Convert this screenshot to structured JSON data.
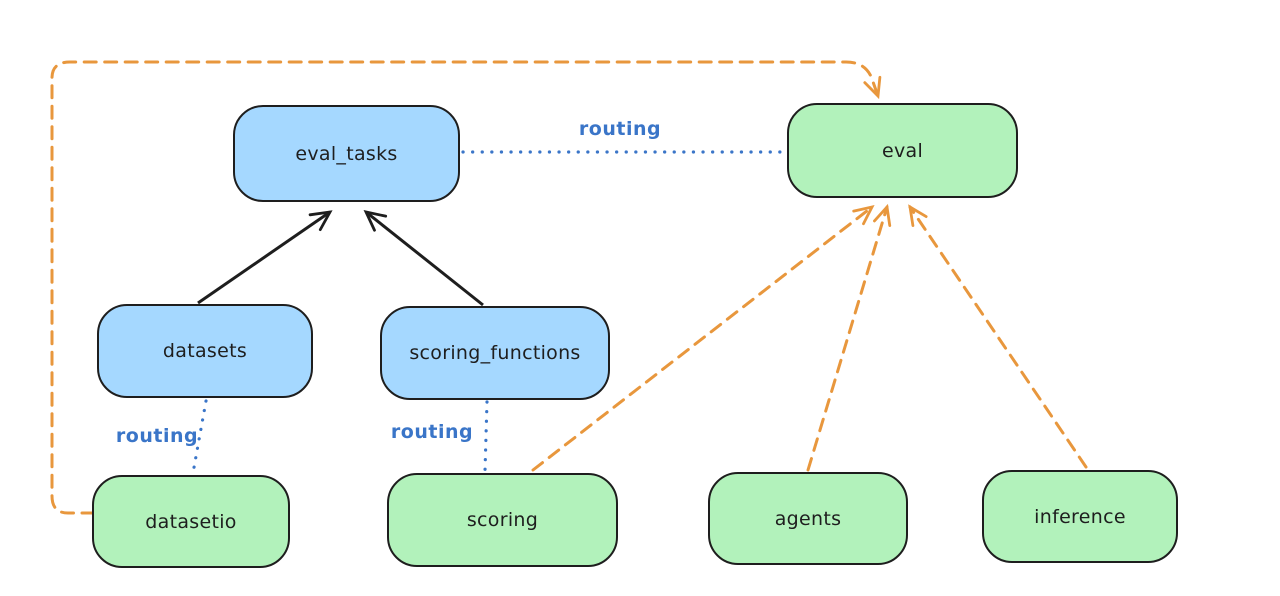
{
  "diagram": {
    "type": "flow-diagram",
    "background": "#ffffff",
    "nodes": {
      "eval_tasks": {
        "label": "eval_tasks",
        "fill": "#a5d8ff"
      },
      "eval": {
        "label": "eval",
        "fill": "#b2f2bb"
      },
      "datasets": {
        "label": "datasets",
        "fill": "#a5d8ff"
      },
      "scoring_functions": {
        "label": "scoring_functions",
        "fill": "#a5d8ff"
      },
      "datasetio": {
        "label": "datasetio",
        "fill": "#b2f2bb"
      },
      "scoring": {
        "label": "scoring",
        "fill": "#b2f2bb"
      },
      "agents": {
        "label": "agents",
        "fill": "#b2f2bb"
      },
      "inference": {
        "label": "inference",
        "fill": "#b2f2bb"
      }
    },
    "edges": [
      {
        "from": "datasets",
        "to": "eval_tasks",
        "style": "solid",
        "color": "#1e1e1e",
        "arrowhead": "end"
      },
      {
        "from": "scoring_functions",
        "to": "eval_tasks",
        "style": "solid",
        "color": "#1e1e1e",
        "arrowhead": "end"
      },
      {
        "from": "eval_tasks",
        "to": "eval",
        "style": "dotted",
        "color": "#3a75c8",
        "label": "routing",
        "arrowhead": "none"
      },
      {
        "from": "datasets",
        "to": "datasetio",
        "style": "dotted",
        "color": "#3a75c8",
        "label": "routing",
        "arrowhead": "none"
      },
      {
        "from": "scoring_functions",
        "to": "scoring",
        "style": "dotted",
        "color": "#3a75c8",
        "label": "routing",
        "arrowhead": "none"
      },
      {
        "from": "datasetio",
        "to": "eval",
        "style": "dashed",
        "color": "#e8973d",
        "arrowhead": "end",
        "route": "around-left-and-top"
      },
      {
        "from": "scoring",
        "to": "eval",
        "style": "dashed",
        "color": "#e8973d",
        "arrowhead": "end"
      },
      {
        "from": "agents",
        "to": "eval",
        "style": "dashed",
        "color": "#e8973d",
        "arrowhead": "end"
      },
      {
        "from": "inference",
        "to": "eval",
        "style": "dashed",
        "color": "#e8973d",
        "arrowhead": "end"
      }
    ],
    "edge_labels": {
      "routing_eval_tasks_eval": "routing",
      "routing_datasets_datasetio": "routing",
      "routing_scoring_functions_scoring": "routing"
    },
    "palette": {
      "node_border": "#1e1e1e",
      "text": "#1e1e1e",
      "routing_blue": "#3a75c8",
      "dashed_orange": "#e8973d"
    }
  }
}
